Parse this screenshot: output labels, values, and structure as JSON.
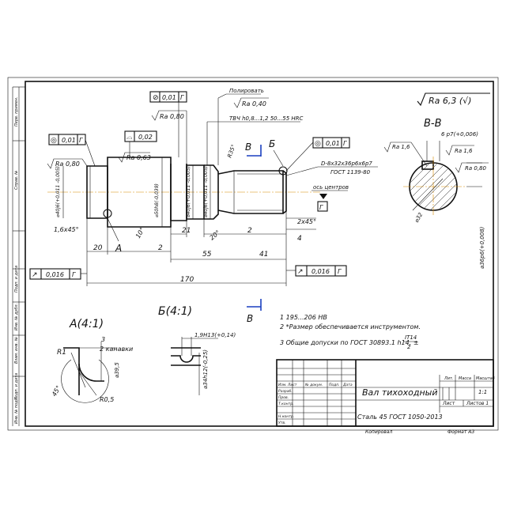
{
  "drawing": {
    "side_stamps": [
      "Перв. примен.",
      "Справ. №",
      "Подп. и дата",
      "Инв. № дубл.",
      "Взам. инв. №",
      "Подп. и дата",
      "Инв. № подл."
    ],
    "roughness_general": "Ra 6,3 (√)",
    "section_title": "В-В",
    "section_fit": "6 p7(+0,006)",
    "section_ra": [
      "Ra 1,6",
      "Ra 1,6",
      "Ra 0,80"
    ],
    "section_dia": "⌀32",
    "section_tol": "⌀36p6(+0,008)",
    "view_marker_b": "Б",
    "view_marker_v": "В",
    "view_marker_v2": "В",
    "polish": "Полировать",
    "tvch": "ТВЧ h0,8...1,2 50...55 HRC",
    "ra_top": [
      "Ra 0,40",
      "Ra 0,80",
      "Ra 0,63",
      "Ra 0,80"
    ],
    "frames": [
      {
        "sym": "⊘",
        "val": "0,01",
        "base": "Г"
      },
      {
        "sym": "⌓",
        "val": "0,02",
        "base": ""
      },
      {
        "sym": "◎",
        "val": "0,01",
        "base": "Г"
      },
      {
        "sym": "◎",
        "val": "0,01",
        "base": "Г"
      },
      {
        "sym": "↗",
        "val": "0,016",
        "base": "Г"
      },
      {
        "sym": "↗",
        "val": "0,016",
        "base": "Г"
      }
    ],
    "spline": "D-8x32x36p6x6p7",
    "spline_gost": "ГОСТ 1139-80",
    "axis_centres": "ось центров",
    "datum": "Г",
    "chamfer_1": "1,6x45°",
    "chamfer_2": "2x45°",
    "diameters": [
      "⌀40j6(+0,011 -0,005)",
      "⌀50h8(-0,039)",
      "⌀40j6(+0,011 -0,005)",
      "⌀40j6(+0,011 -0,005)"
    ],
    "angle_r": "R35°",
    "angle_10": "10°",
    "angle_20": "20°",
    "dims": [
      "20",
      "2",
      "21",
      "55",
      "2",
      "41",
      "170",
      "4"
    ],
    "leader_a": "А",
    "detail_a_title": "А(4:1)",
    "detail_a_r1": "R1",
    "detail_a_3": "3",
    "detail_a_grooves": "2 канавки",
    "detail_a_dia": "⌀39,5",
    "detail_a_r05": "R0,5",
    "detail_a_angle": "45°",
    "detail_b_title": "Б(4:1)",
    "detail_b_w": "1,9Н13(+0,14)",
    "detail_b_dia": "⌀34h12(-0,25)",
    "notes": [
      "1 195...206 НВ",
      "2 *Размер обеспечивается инструментом.",
      "3 Общие допуски по ГОСТ 30893.1 h14, ±"
    ],
    "note_frac_top": "IT14",
    "note_frac_bot": "2",
    "title_block": {
      "name": "Вал тихоходный",
      "material": "Сталь 45 ГОСТ 1050-2013",
      "lit": "Лит.",
      "mass": "Масса",
      "scale": "Масштаб",
      "scale_val": "1:1",
      "sheet": "Лист",
      "sheets": "Листов 1",
      "rows": [
        "Изм. Лист",
        "№ докум.",
        "Подп.",
        "Дата",
        "Разраб.",
        "Пров.",
        "Т.контр.",
        "Н.контр.",
        "Утв."
      ],
      "copied": "Копировал",
      "format": "Формат А3"
    }
  }
}
